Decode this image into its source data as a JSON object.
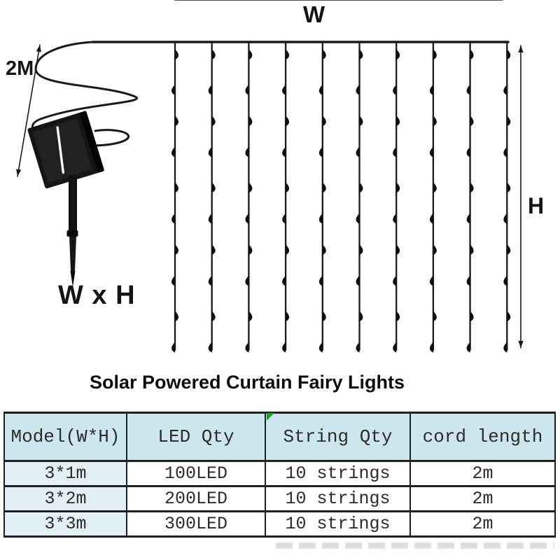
{
  "title": "Solar Powered Curtain Fairy Lights",
  "diagram": {
    "labels": {
      "width_arrow": "W",
      "height_arrow": "H",
      "cord_length": "2M",
      "dimensions": "W x H"
    },
    "curtain": {
      "string_count": 10,
      "leds_per_string": 10
    },
    "line_color": "#1a1a1a"
  },
  "table": {
    "headers": [
      "Model(W*H)",
      "LED Qty",
      "String Qty",
      "cord length"
    ],
    "rows": [
      [
        "3*1m",
        "100LED",
        "10 strings",
        "2m"
      ],
      [
        "3*2m",
        "200LED",
        "10 strings",
        "2m"
      ],
      [
        "3*3m",
        "300LED",
        "10 strings",
        "2m"
      ]
    ],
    "colors": {
      "header_bg": "#cde7ef",
      "first_col_bg": "#e2f0f6",
      "border": "#1f1f1f",
      "error_marker_green": "#1f9d27"
    }
  }
}
